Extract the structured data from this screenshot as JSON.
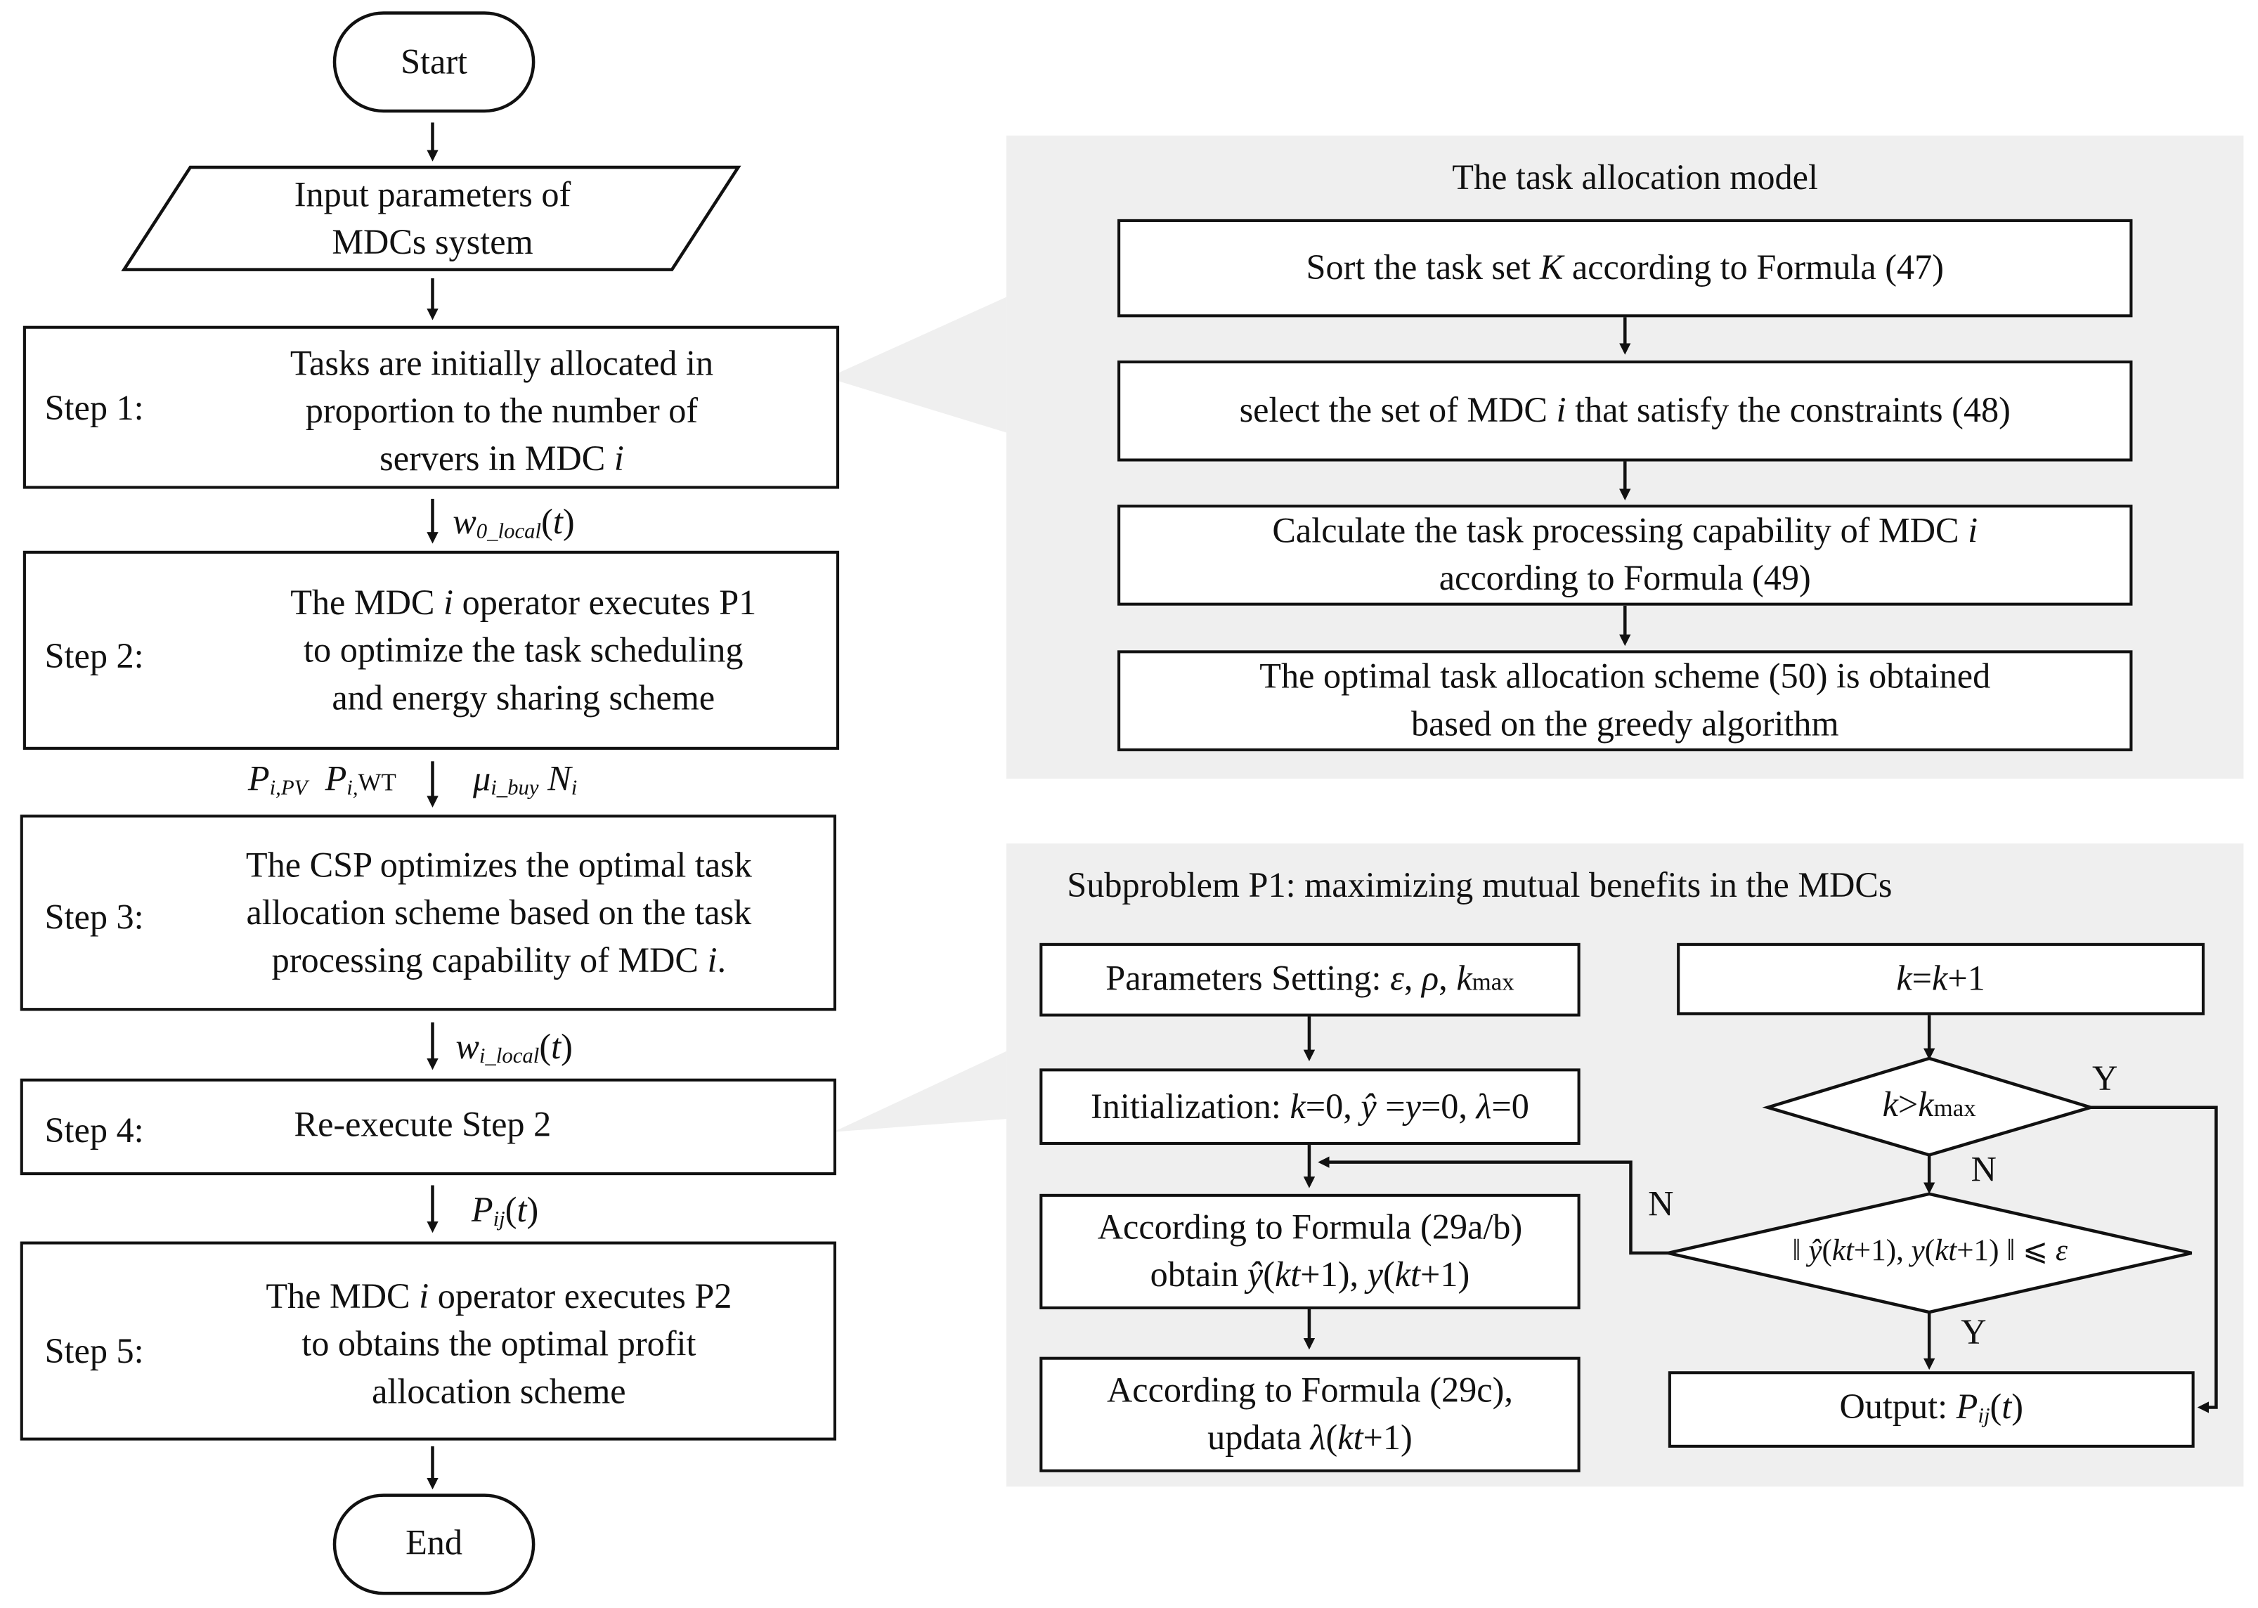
{
  "left_flow": {
    "start": "Start",
    "input": [
      "Input parameters of",
      "MDCs system"
    ],
    "step1": {
      "label": "Step 1:",
      "lines": [
        "Tasks are initially allocated in",
        "proportion to the number of",
        "servers in MDC i"
      ]
    },
    "arrow1": "w0,local(t)",
    "step2": {
      "label": "Step 2:",
      "lines": [
        "The MDC i operator executes  P1",
        "to  optimize the task scheduling",
        "and energy sharing scheme"
      ]
    },
    "arrow2": "Pi,PV  Pi,WT  μi,buy Ni",
    "step3": {
      "label": "Step 3:",
      "lines": [
        "The CSP optimizes the optimal task",
        "allocation scheme based on the task",
        "processing capability of MDC i."
      ]
    },
    "arrow3": "wi,local(t)",
    "step4": {
      "label": "Step 4:",
      "text": "Re-execute Step 2"
    },
    "arrow4": "Pij(t)",
    "step5": {
      "label": "Step 5:",
      "lines": [
        "The MDC i operator executes  P2",
        "to  obtains the optimal profit",
        "allocation scheme"
      ]
    },
    "end": "End"
  },
  "task_allocation": {
    "title": "The task allocation model",
    "boxes": [
      [
        "Sort the task set K according to Formula (47)"
      ],
      [
        "select the set of MDC i that satisfy the constraints (48)"
      ],
      [
        "Calculate the task processing capability of MDC i",
        "according to Formula (49)"
      ],
      [
        "The optimal task allocation scheme (50) is obtained",
        "based on the greedy algorithm"
      ]
    ]
  },
  "subproblem": {
    "title": "Subproblem P1: maximizing mutual benefits in the MDCs",
    "params": "Parameters Setting: ε, ρ, kmax",
    "init": "Initialization: k=0, ŷ =y=0, λ=0",
    "formula_ab": [
      "According to Formula (29a/b)",
      "obtain ŷ(kt+1), y(kt+1)"
    ],
    "formula_c": [
      "According to Formula (29c),",
      "updata λ(kt+1)"
    ],
    "increment": "k=k+1",
    "decision1": "k>kmax",
    "decision2": "‖ ŷ(kt+1), y(kt+1) ‖ ⩽ ε",
    "output": "Output: Pij(t)",
    "yes": "Y",
    "no": "N"
  },
  "colors": {
    "panel": "#efefef",
    "stroke": "#111111",
    "background": "#ffffff"
  }
}
